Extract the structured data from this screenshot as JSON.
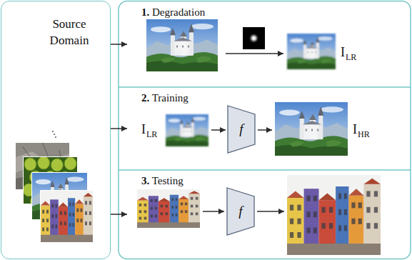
{
  "diagram": {
    "nodes": [
      {
        "text": [
          "Source Domain"
        ]
      },
      {
        "text": [
          "1. Degradation"
        ]
      },
      {
        "text": [
          "2. Training"
        ]
      },
      {
        "text": [
          "f"
        ],
        "in": 2
      },
      {
        "text": [
          "3. Testing"
        ]
      },
      {
        "text": [
          "f"
        ],
        "in": 4
      }
    ],
    "edges": [
      {
        "from": 0,
        "to": 1,
        "arrow": "to"
      },
      {
        "from": 0,
        "to": 2,
        "arrow": "to"
      },
      {
        "from": 0,
        "to": 4,
        "arrow": "to"
      }
    ],
    "labels": [
      "ILR",
      "ILR",
      "IHR"
    ]
  }
}
